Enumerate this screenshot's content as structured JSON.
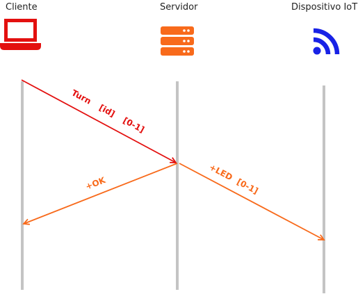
{
  "actors": [
    {
      "label": "Cliente",
      "icon": "laptop-icon",
      "color": "#e3100f"
    },
    {
      "label": "Servidor",
      "icon": "server-icon",
      "color": "#f86a1b"
    },
    {
      "label": "Dispositivo IoT",
      "icon": "wifi-icon",
      "color": "#1822e6"
    }
  ],
  "messages": [
    {
      "from": "Cliente",
      "to": "Servidor",
      "color": "#e3100f",
      "parts": [
        "Turn",
        "[id]",
        "[0-1]"
      ]
    },
    {
      "from": "Servidor",
      "to": "Cliente",
      "color": "#f86a1b",
      "parts": [
        "+OK"
      ]
    },
    {
      "from": "Servidor",
      "to": "Dispositivo IoT",
      "color": "#f86a1b",
      "parts": [
        "+LED",
        "[0-1]"
      ]
    }
  ],
  "lifeline_color": "#c4c4c4"
}
